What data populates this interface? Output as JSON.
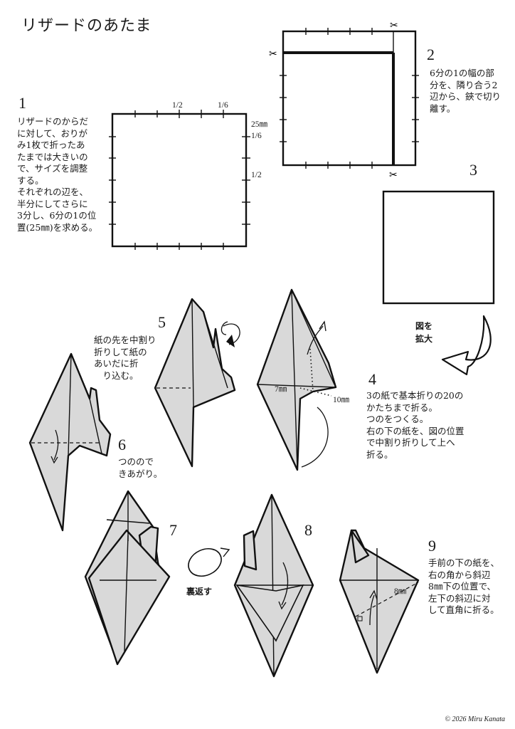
{
  "title": "リザードのあたま",
  "steps": {
    "s1": {
      "num": "1",
      "text": "リザードのからだ\nに対して、おりが\nみ1枚で折ったあ\nたまでは大きいの\nで、サイズを調整\nする。\nそれぞれの辺を、\n半分にしてさらに\n3分し、6分の1の位\n置(25㎜)を求める。"
    },
    "s2": {
      "num": "2",
      "text": "6分の1の幅の部\n分を、隣り合う2\n辺から、鋏で切り\n離す。"
    },
    "s3": {
      "num": "3"
    },
    "s4": {
      "num": "4",
      "text": "3の紙で基本折りの20の\nかたちまで折る。\nつのをつくる。\n右の下の紙を、図の位置\nで中割り折りして上へ\n折る。"
    },
    "s5": {
      "num": "5",
      "text": "紙の先を中割り\n折りして紙の\nあいだに折\n　り込む。"
    },
    "s6": {
      "num": "6",
      "text": "つのので\nきあがり。"
    },
    "s7": {
      "num": "7"
    },
    "s8": {
      "num": "8"
    },
    "s9": {
      "num": "9",
      "text": "手前の下の紙を、\n右の角から斜辺\n8㎜下の位置で、\n左下の斜辺に対\nして直角に折る。"
    }
  },
  "labels": {
    "half_top": "1/2",
    "sixth_top": "1/6",
    "mm25": "25㎜",
    "sixth_side": "1/6",
    "half_side": "1/2",
    "enlarge_line1": "図を",
    "enlarge_line2": "拡大",
    "mm7": "7㎜",
    "mm10": "10㎜",
    "flip": "裏返す",
    "mm8": "8㎜"
  },
  "copyright": "© 2026 Miru Kanata"
}
